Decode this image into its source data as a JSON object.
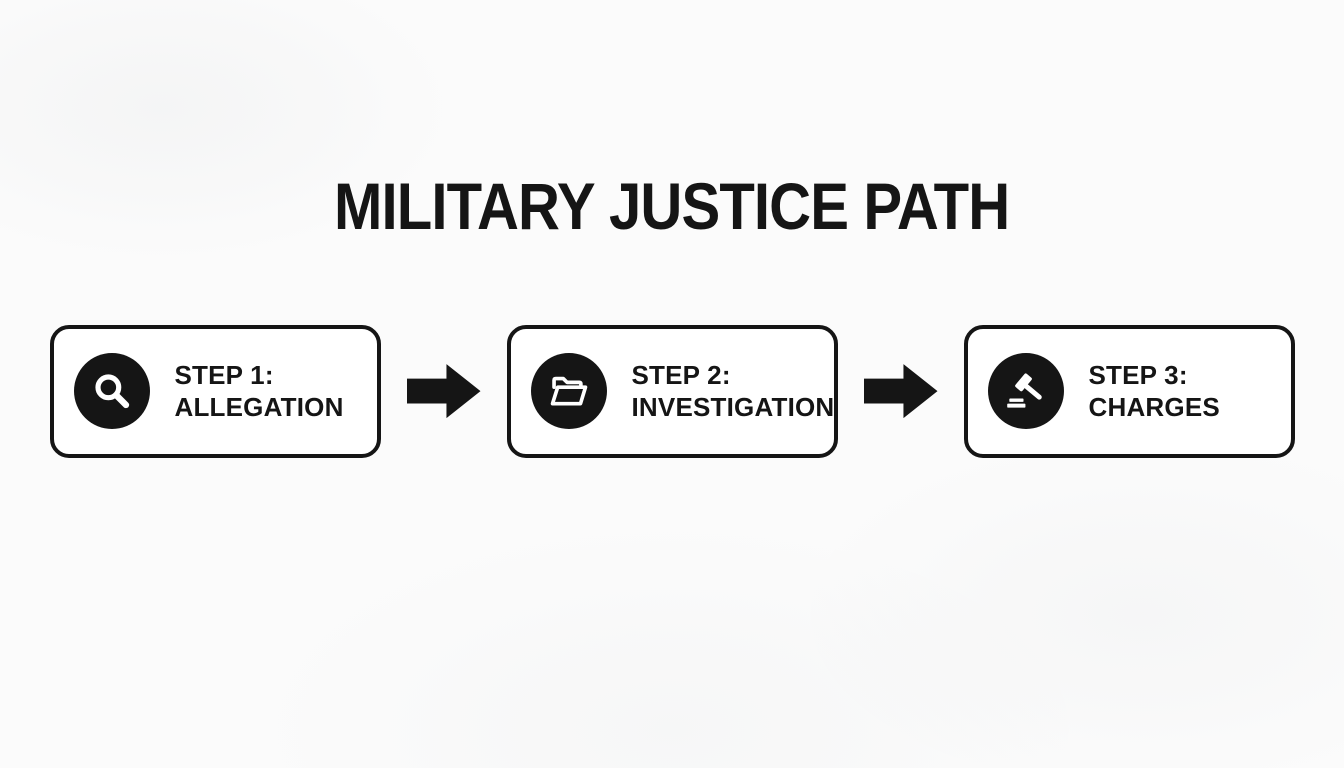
{
  "title": "MILITARY JUSTICE PATH",
  "steps": [
    {
      "line1": "STEP 1:",
      "line2": "ALLEGATION",
      "icon": "magnifying-glass-icon"
    },
    {
      "line1": "STEP 2:",
      "line2": "INVESTIGATION",
      "icon": "folder-icon"
    },
    {
      "line1": "STEP 3:",
      "line2": "CHARGES",
      "icon": "gavel-icon"
    }
  ],
  "connector_icon": "arrow-right-icon",
  "colors": {
    "background": "#fbfbfb",
    "box_bg": "#ffffff",
    "box_border": "#151515",
    "icon_bg": "#151515",
    "icon_fg": "#ffffff",
    "text": "#151515",
    "arrow": "#151515"
  }
}
